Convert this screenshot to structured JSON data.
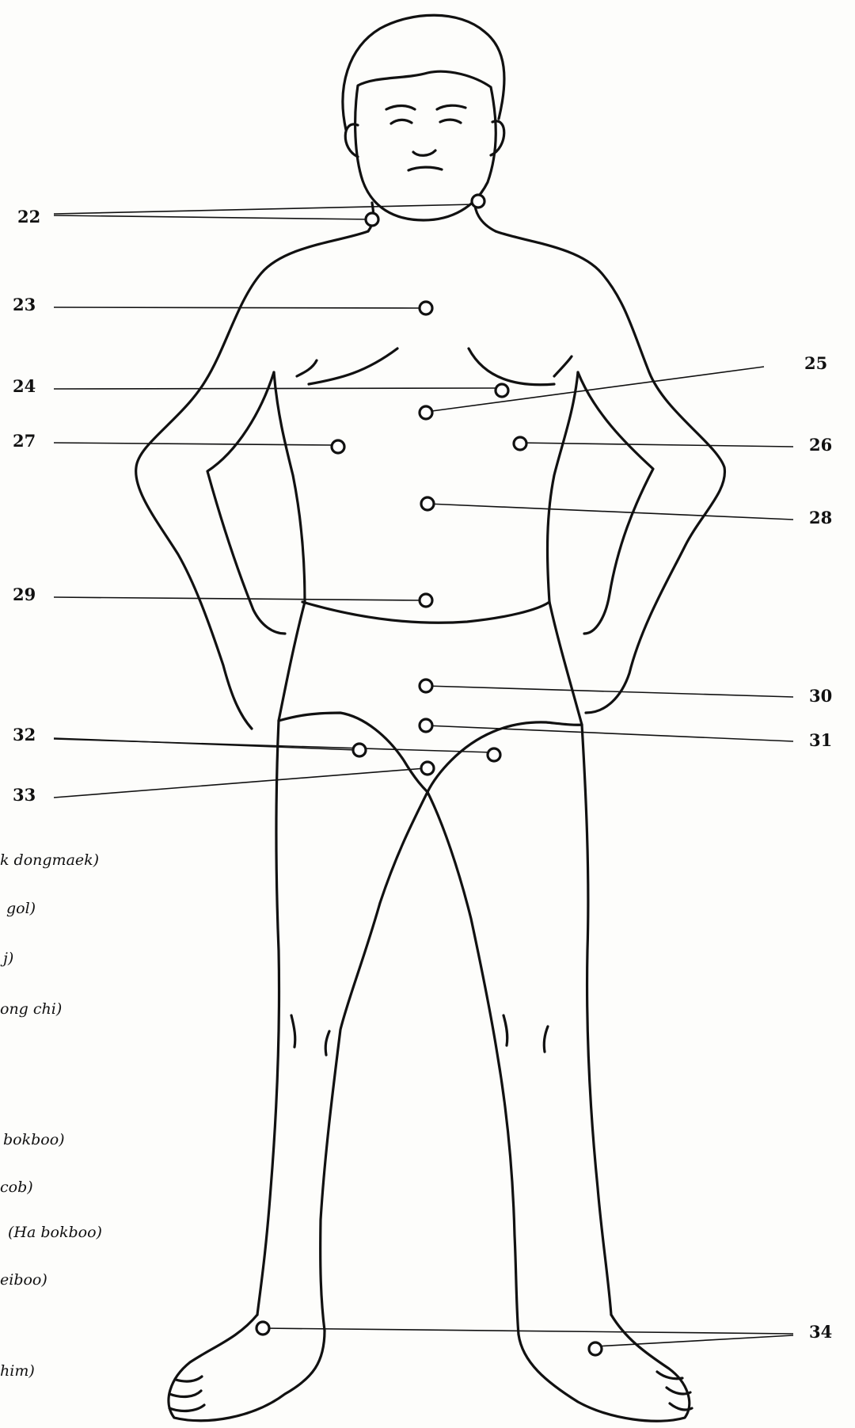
{
  "figure": {
    "labels": {
      "p22": "22",
      "p23": "23",
      "p24": "24",
      "p25": "25",
      "p26": "26",
      "p27": "27",
      "p28": "28",
      "p29": "29",
      "p30": "30",
      "p31": "31",
      "p32": "32",
      "p33": "33",
      "p34": "34"
    },
    "captions": [
      "k dongmaek)",
      "gol)",
      "j)",
      "ong chi)",
      "bokboo)",
      "cob)",
      "(Ha bokboo)",
      "eiboo)",
      "him)"
    ]
  }
}
